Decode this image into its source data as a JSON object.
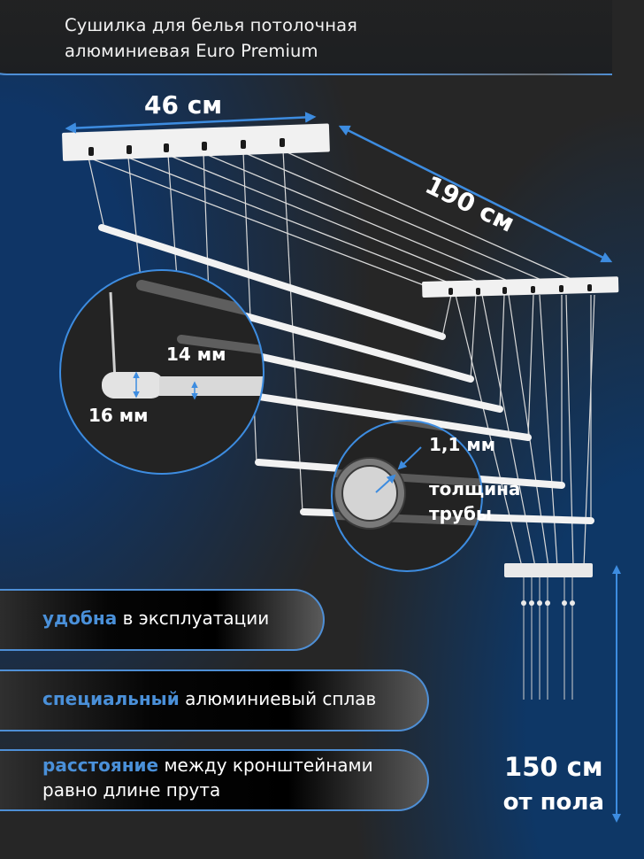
{
  "header": {
    "title_line1": "Сушилка для белья потолочная",
    "title_line2": "алюминиевая Euro Premium"
  },
  "dimensions": {
    "width_label": "46 см",
    "length_label": "190 см",
    "height_value": "150 см",
    "height_caption": "от пола"
  },
  "zoom_rod": {
    "thin_label": "14 мм",
    "thick_label": "16 мм"
  },
  "zoom_tube": {
    "thickness_value": "1,1 мм",
    "caption_line1": "толщина",
    "caption_line2": "трубы"
  },
  "features": [
    {
      "highlight": "удобна",
      "text": " в эксплуатации"
    },
    {
      "highlight": "специальный",
      "text": " алюминиевый сплав"
    },
    {
      "highlight": "расстояние",
      "text": " между кронштейнами",
      "line2": "равно длине прута"
    }
  ],
  "colors": {
    "accent_blue": "#4a90d9",
    "background_dark": "#262626",
    "background_navy": "#0f3566",
    "text_white": "#ffffff"
  },
  "product": {
    "rod_count": 6
  }
}
